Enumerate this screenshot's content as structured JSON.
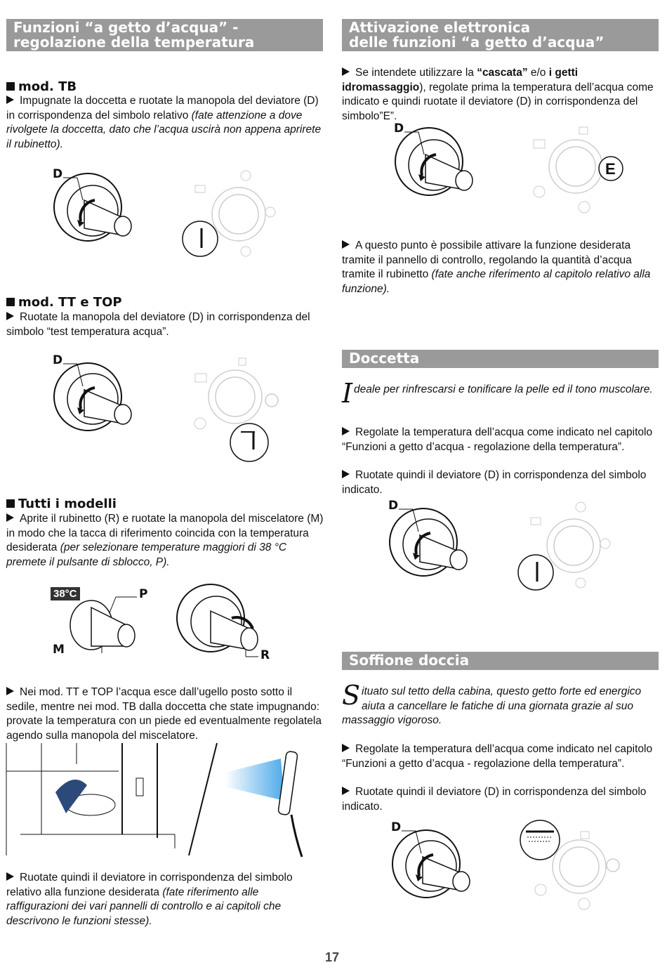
{
  "left": {
    "section_title_line1": "Funzioni “a getto d’acqua” -",
    "section_title_line2": "regolazione della temperatura",
    "tb_heading": "mod. TB",
    "tb_text": "Impugnate la doccetta e ruotate la manopola del deviatore (D) in corrispondenza del simbolo relativo ",
    "tb_text_italic": "(fate attenzione a dove rivolgete la doccetta, dato che l’acqua uscirà non appena aprirete il rubinetto).",
    "tt_heading": "mod. TT e TOP",
    "tt_text": "Ruotate la manopola del deviatore (D) in corrispondenza del simbolo “test temperatura acqua”.",
    "all_heading": "Tutti i modelli",
    "all_text": "Aprite il rubinetto (R) e ruotate la manopola del miscelatore (M) in modo che la tacca di riferimento coincida con la temperatura desiderata ",
    "all_text_italic": "(per selezionare temperature maggiori di 38 °C premete il pulsante di sblocco, P).",
    "temp_badge": "38°C",
    "label_P": "P",
    "label_M": "M",
    "label_R": "R",
    "label_D": "D",
    "nei_text": "Nei mod. TT e TOP l’acqua esce dall’ugello posto sotto il sedile, mentre nei mod. TB dalla doccetta che state impugnando: provate la temperatura con un piede ed eventualmente regolatela agendo sulla manopola del miscelatore.",
    "ruotate_text": "Ruotate quindi il deviatore in corrispondenza del simbolo relativo alla funzione desiderata ",
    "ruotate_text_italic": "(fate riferimento alle raffigurazioni dei vari pannelli di controllo e ai capitoli che descrivono le funzioni stesse)."
  },
  "right": {
    "section_title_line1": "Attivazione elettronica",
    "section_title_line2": "delle funzioni “a getto d’acqua”",
    "se_text_1": "Se intendete utilizzare la ",
    "se_bold_1": "“cascata”",
    "se_text_2": " e/o ",
    "se_bold_2": "i getti idromassaggio",
    "se_text_3": "), regolate prima la temperatura dell’acqua come indicato e quindi ruotate il deviatore (D) in corrispondenza del simbolo”E”.",
    "symbol_E": "E",
    "punto_text": "A questo punto è possibile attivare la funzione desiderata tramite il pannello di controllo, regolando la quantità d’acqua tramite il rubinetto ",
    "punto_italic": "(fate anche riferimento al capitolo relativo alla funzione).",
    "doccetta_title": "Doccetta",
    "doccetta_dropcap": "I",
    "doccetta_intro": "deale per rinfrescarsi e tonificare la pelle ed il tono muscolare.",
    "regolate_text": "Regolate la temperatura dell’acqua come indicato nel capitolo “Funzioni a getto d’acqua - regolazione della temperatura”.",
    "ruotate_text": "Ruotate quindi il deviatore (D) in corrispondenza del simbolo indicato.",
    "soffione_title": "Soffione doccia",
    "soffione_dropcap": "S",
    "soffione_intro": "ituato sul tetto della cabina, questo getto forte ed energico aiuta a cancellare le fatiche di una giornata grazie al suo massaggio vigoroso.",
    "regolate_text_2": "Regolate la temperatura dell’acqua come indicato nel capitolo “Funzioni a getto d’acqua - regolazione della temperatura”.",
    "ruotate_text_2": "Ruotate quindi il deviatore (D) in corrispondenza del simbolo indicato.",
    "label_D": "D"
  },
  "page_number": "17",
  "colors": {
    "header_bg": "#9a9a9a",
    "text": "#111111",
    "shower_blue": "#3aa0e8"
  }
}
